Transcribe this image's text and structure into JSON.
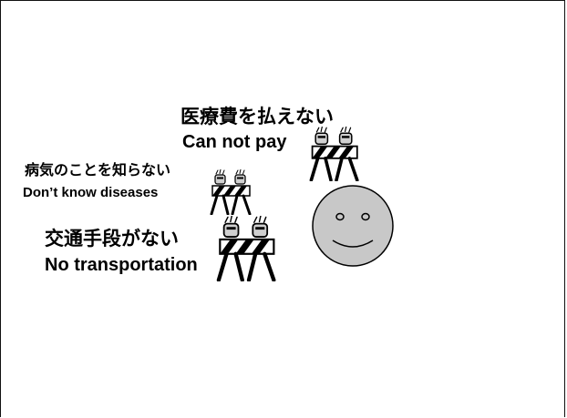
{
  "barriers": [
    {
      "jp": "医療費を払えない",
      "en": "Can not pay",
      "icon": "roadblock-icon"
    },
    {
      "jp": "病気のことを知らない",
      "en": "Don’t know diseases",
      "icon": "roadblock-icon"
    },
    {
      "jp": "交通手段がない",
      "en": "No transportation",
      "icon": "roadblock-icon"
    }
  ],
  "face": {
    "icon": "smiley-face-icon",
    "fill": "#c8c8c8"
  }
}
